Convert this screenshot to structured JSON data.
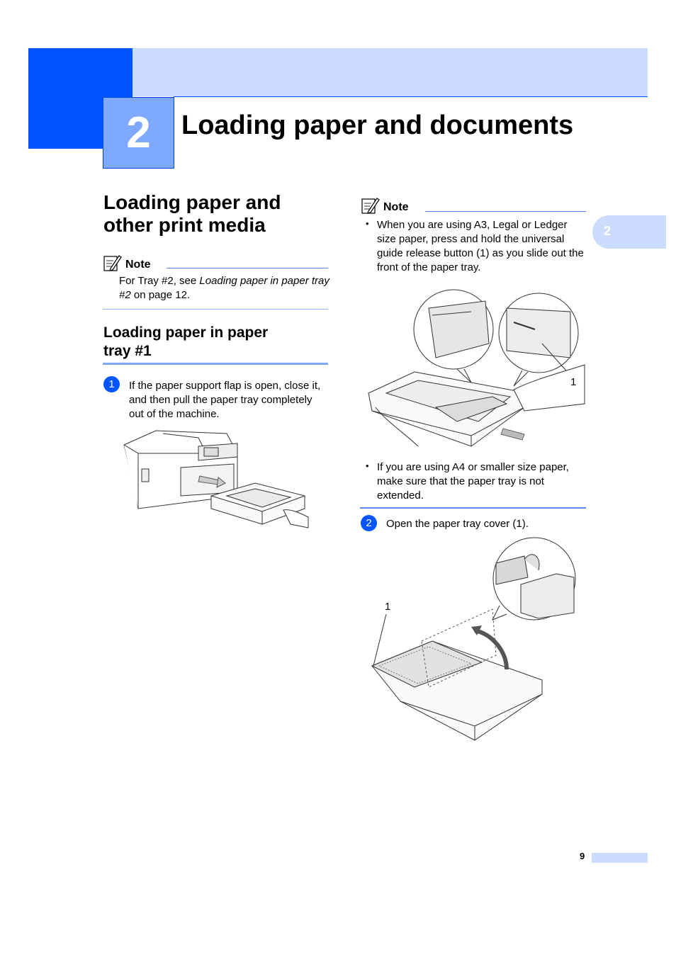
{
  "chapter": {
    "number": "2",
    "title": "Loading paper and documents"
  },
  "side_tab": {
    "number": "2"
  },
  "section": {
    "title_line1": "Loading paper and",
    "title_line2": "other print media"
  },
  "note1": {
    "heading": "Note",
    "text_before": "For Tray #2, see ",
    "text_italic": "Loading paper in paper tray #2",
    "text_after": " on page 12."
  },
  "subsection": {
    "title_line1": "Loading paper in paper",
    "title_line2": "tray #1"
  },
  "step1": {
    "number": "1",
    "text": "If the paper support flap is open, close it, and then pull the paper tray completely out of the machine."
  },
  "note2": {
    "heading": "Note",
    "bullet1": "When you are using A3, Legal or Ledger size paper, press and hold the universal guide release button (1) as you slide out the front of the paper tray.",
    "bullet2": "If you are using A4 or smaller size paper, make sure that the paper tray is not extended.",
    "fig_label": "1"
  },
  "step2": {
    "number": "2",
    "text": "Open the paper tray cover (1).",
    "fig_label": "1"
  },
  "footer": {
    "page_number": "9"
  },
  "colors": {
    "accent": "#0055ff",
    "accent_light": "#ccdcff",
    "accent_mid": "#7fa8ff"
  }
}
